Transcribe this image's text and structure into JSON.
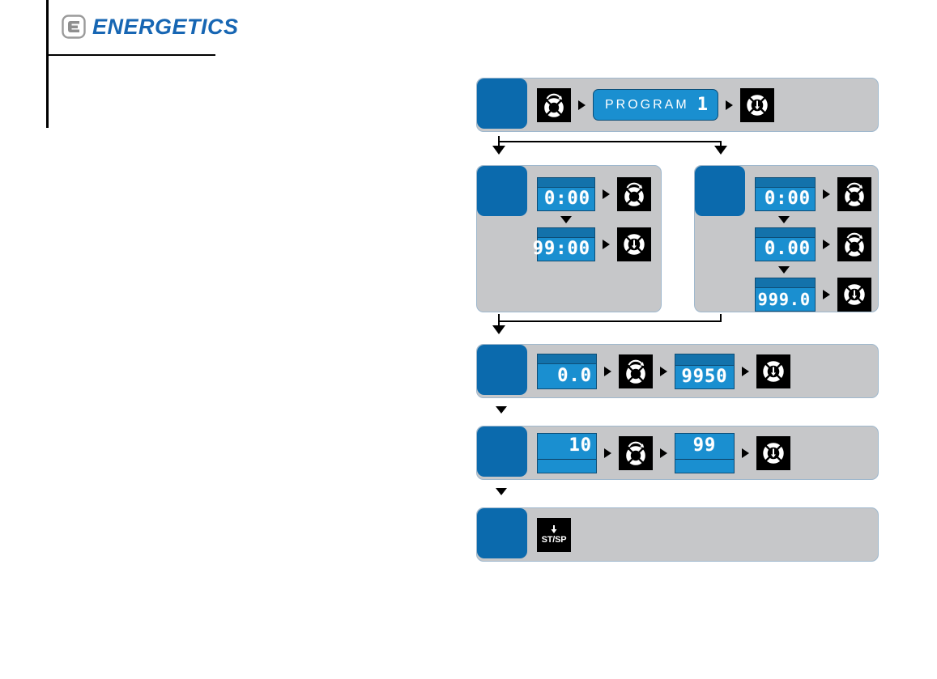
{
  "header": {
    "logo_mark": "energetics-e-mark",
    "brand": "ENERGETICS"
  },
  "flow": {
    "icons": {
      "rotate": "rotate-knob-icon",
      "press": "press-knob-icon",
      "startstop": "start-stop-button-icon",
      "arrow_right": "arrow-right-icon",
      "arrow_down": "arrow-down-icon"
    },
    "rows": [
      {
        "id": "program",
        "step_block": "",
        "program_label": "PROGRAM",
        "program_value": "1"
      },
      {
        "id": "time",
        "step_block": "",
        "displays": [
          "0:00",
          "99:00"
        ]
      },
      {
        "id": "speed",
        "step_block": "",
        "displays": [
          "0:00",
          "0.00",
          "999.0"
        ]
      },
      {
        "id": "accel",
        "step_block": "",
        "displays": [
          "0.0",
          "9950"
        ]
      },
      {
        "id": "count",
        "step_block": "",
        "displays": [
          "10",
          "99"
        ]
      },
      {
        "id": "start",
        "step_block": "",
        "button_label": "ST/SP"
      }
    ]
  },
  "colors": {
    "brand_blue": "#1766b3",
    "block_blue": "#0b6aad",
    "panel_gray": "#c6c7c9",
    "lcd_blue": "#1a8fd0",
    "lcd_top": "#1372ab"
  }
}
